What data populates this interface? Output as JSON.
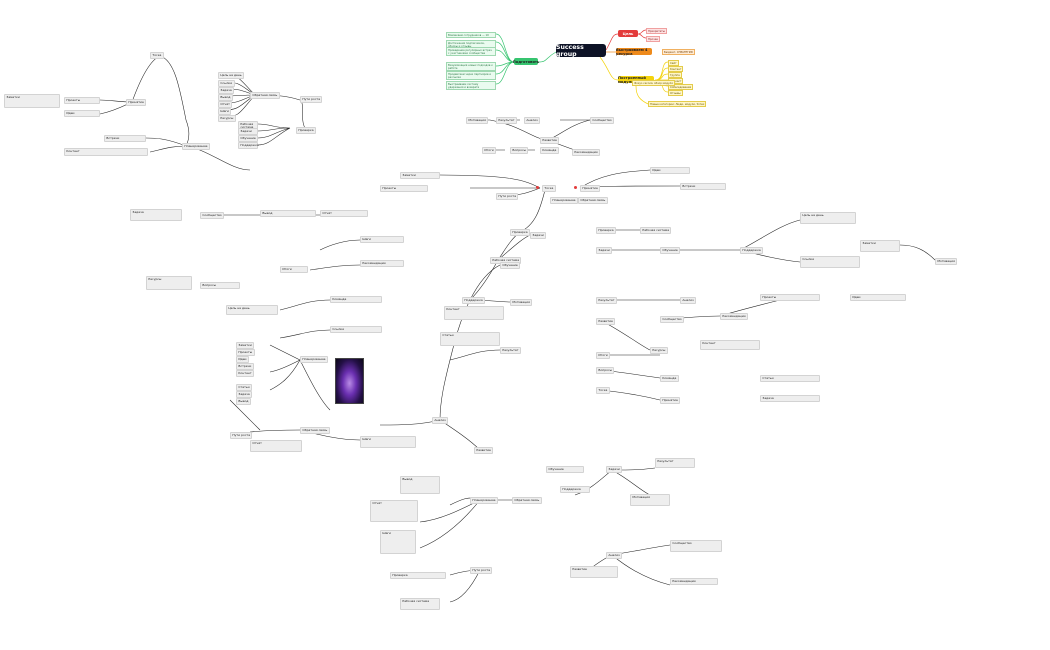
{
  "root": {
    "title": "Success group"
  },
  "colors": {
    "green": "#36c46f",
    "red": "#e33b3b",
    "orange": "#ee8a1b",
    "yellow": "#f4d30c",
    "edge": "#222222"
  },
  "hubs": {
    "green": {
      "label": "Подготовить"
    },
    "red": {
      "label": "Цель"
    },
    "orange": {
      "label": "Выстраиваем 4 ресурса"
    },
    "yellow": {
      "label": "Построенный модуль"
    }
  },
  "leaves": {
    "red": [
      "Приоритеты",
      "Прочее"
    ],
    "orange": [
      "Бюджет, СПРАТЕГИЯ"
    ],
    "yellow": [
      "Сайт",
      "Контент",
      "Группа",
      "Подкаст",
      "Собеседования",
      "Отзывы"
    ],
    "green": [
      "Вовлекаем сотрудников — 10",
      "Достижения подписчиков, обзоры и отзывы",
      "Проведение регулярных встреч с участниками сообщества",
      "Визуализация новых подходов к работе",
      "Продвигаем через партнёров и рассылки",
      "Выстраиваем систему удержания и возврата"
    ],
    "yellow_sub": [
      "Фокус-сессия, обзор модуля"
    ],
    "yellow_bottom": [
      "Новые категории: Люди, модули, Успех"
    ]
  },
  "topics": {
    "t1": "Тоска",
    "t2": "Принятие",
    "t3": "Планирование",
    "t4": "Обратная связь",
    "t5": "Пути роста",
    "t6": "Проверка",
    "t7": "Рабочая система",
    "t8": "Задачи",
    "t9": "Обучение",
    "t10": "Поддержка",
    "t11": "Мотивация",
    "t12": "Результат",
    "t13": "Анализ",
    "t14": "Развитие",
    "t15": "Сообщество",
    "t16": "Рекомендации",
    "t17": "Итоги",
    "t18": "Ресурсы",
    "t19": "Вопросы",
    "t20": "Команда"
  },
  "labels": {
    "l_sm1": "Цель на день",
    "l_sm2": "Ссылки",
    "l_sm3": "Заметки",
    "l_sm4": "Проекты",
    "l_sm5": "Идеи",
    "l_sm6": "Встречи",
    "l_sm7": "Контент",
    "l_sm8": "Статьи",
    "l_sm9": "Задача",
    "l_sm10": "Вывод",
    "l_sm11": "Отчёт",
    "l_sm12": "Шаги"
  }
}
